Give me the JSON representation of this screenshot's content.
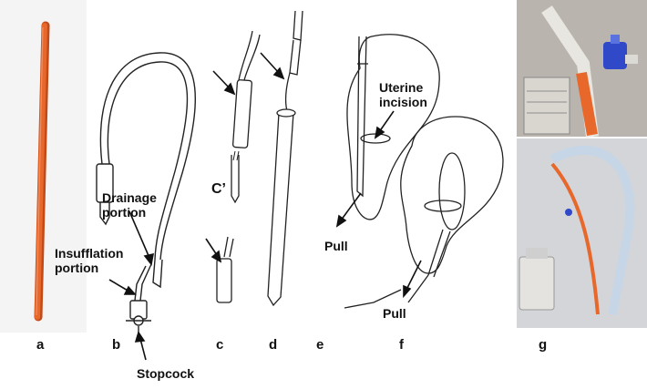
{
  "panel_letters": {
    "a": "a",
    "b": "b",
    "c": "c",
    "d": "d",
    "e": "e",
    "f": "f",
    "g": "g"
  },
  "labels": {
    "drainage_line1": "Drainage",
    "drainage_line2": "portion",
    "insufflation_line1": "Insufflation",
    "insufflation_line2": "portion",
    "stopcock": "Stopcock",
    "c_prime": "C’",
    "uterine_line1": "Uterine",
    "uterine_line2": "incision",
    "pull_e": "Pull",
    "pull_f": "Pull"
  },
  "colors": {
    "catheter_orange": "#e8672a",
    "ink": "#222222",
    "stopcock_blue": "#2f49c9"
  }
}
